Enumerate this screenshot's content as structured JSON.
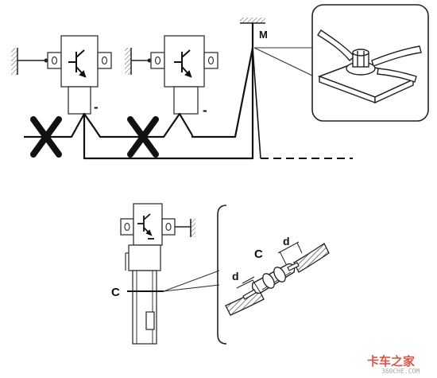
{
  "diagram": {
    "top": {
      "negative_label_1": "-",
      "negative_label_2": "-",
      "ground_point_label": "M"
    },
    "bottom": {
      "splice_label_left": "C",
      "splice_label_right": "C",
      "dimension_label_1": "d",
      "dimension_label_2": "d"
    }
  },
  "watermark": {
    "main": "卡车之家",
    "sub": "360CHE.COM"
  }
}
